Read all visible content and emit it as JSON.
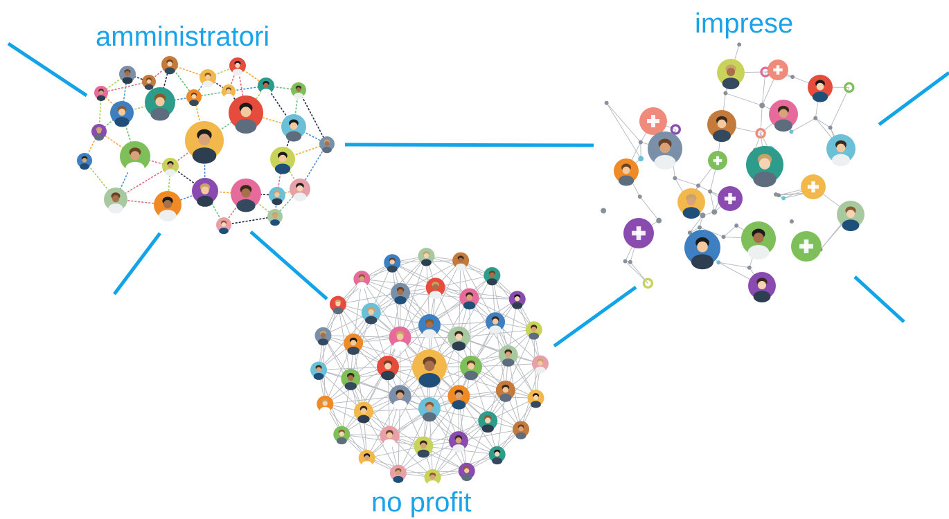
{
  "colors": {
    "label": "#1aa3e8",
    "connector": "#12a4e6",
    "edge_gray": "#b9bcc1",
    "node_dot": "#8a9099",
    "person_palette": [
      "#f2b84b",
      "#e64c3c",
      "#2e9c8a",
      "#7fbf5a",
      "#e66b9b",
      "#8a4bb0",
      "#f08a24",
      "#3e7fc1",
      "#c9d35a",
      "#6bbfd6",
      "#a8c8a0",
      "#e8a0a8",
      "#7a8fa8",
      "#c47a3a"
    ],
    "dashed_edges": [
      "#e06b7a",
      "#f2a93b",
      "#6cc07a",
      "#4a8fd6",
      "#1f2a44",
      "#a9cf5a"
    ],
    "imprese_icons": [
      "#f08a7a",
      "#6bbfd6",
      "#7fbf5a",
      "#e66b9b",
      "#8a4bb0",
      "#c9d35a",
      "#f2b84b",
      "#a8c8a0"
    ]
  },
  "labels": {
    "amministratori": "amministratori",
    "imprese": "imprese",
    "no_profit": "no profit"
  },
  "icons": {
    "person": "person-avatar-icon",
    "medical_cross": "medical-cross-icon",
    "caduceus": "caduceus-icon",
    "heart": "heart-icon",
    "ring": "ring-icon"
  }
}
